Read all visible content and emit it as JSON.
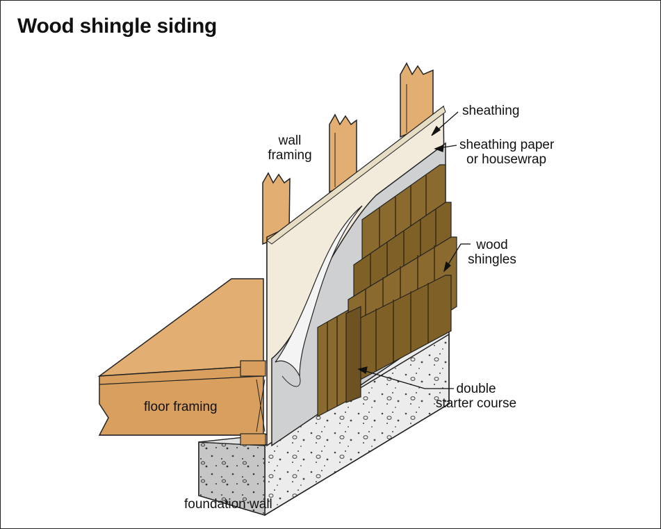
{
  "title": "Wood shingle siding",
  "labels": {
    "sheathing": "sheathing",
    "sheathing_paper_line1": "sheathing paper",
    "sheathing_paper_line2": "or housewrap",
    "wall_framing_line1": "wall",
    "wall_framing_line2": "framing",
    "wood_shingles_line1": "wood",
    "wood_shingles_line2": "shingles",
    "double_starter_line1": "double",
    "double_starter_line2": "starter course",
    "floor_framing": "floor framing",
    "foundation_wall": "foundation wall"
  },
  "colors": {
    "lumber": "#e0ad72",
    "lumber_dark": "#c98f52",
    "sheathing": "#f2eadb",
    "housewrap": "#cfd0d2",
    "shingle": "#8a6a2e",
    "shingle_dark": "#6e5222",
    "concrete": "#e6e6e6",
    "concrete_dark": "#c8c8c8"
  }
}
